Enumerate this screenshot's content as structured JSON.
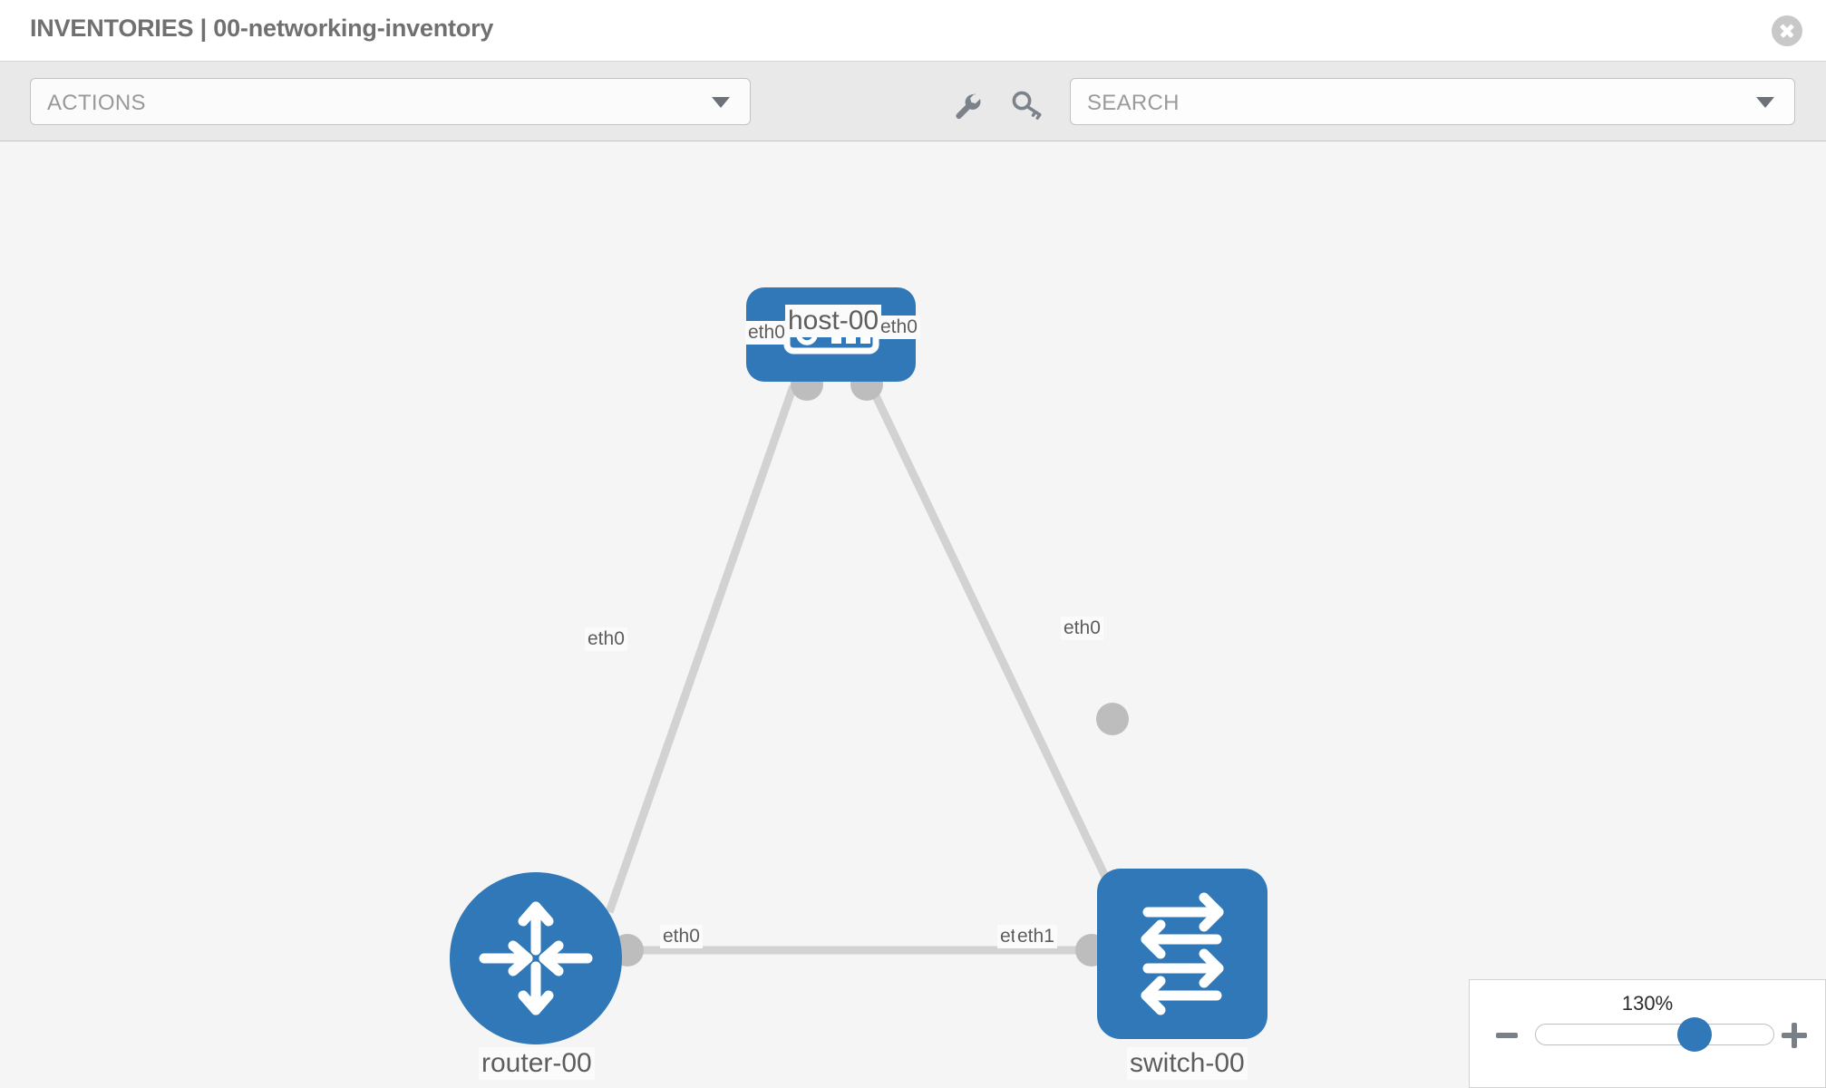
{
  "header": {
    "title": "INVENTORIES | 00-networking-inventory",
    "close_label": "close-icon"
  },
  "toolbar": {
    "actions_value": "ACTIONS",
    "search_placeholder": "SEARCH",
    "wrench_icon": "wrench-icon",
    "key_icon": "key-icon",
    "caret_icon": "chevron-down-icon"
  },
  "topology": {
    "nodes": [
      {
        "id": "host-00",
        "label": "host-00",
        "type": "host",
        "icon": "server-icon"
      },
      {
        "id": "router-00",
        "label": "router-00",
        "type": "router",
        "icon": "router-icon"
      },
      {
        "id": "switch-00",
        "label": "switch-00",
        "type": "switch",
        "icon": "switch-icon"
      }
    ],
    "interface_labels": {
      "host_left": "eth0",
      "host_right": "eth0",
      "router_up": "eth0",
      "switch_up": "eth0",
      "router_right": "eth0",
      "switch_left_under": "eth0",
      "switch_left_over": "eth1"
    },
    "colors": {
      "node_blue": "#3178b8",
      "link_gray": "#d2d2d2",
      "port_gray": "#bdbdbd",
      "label_gray": "#5d5d5d"
    }
  },
  "zoom_control": {
    "percent": "130%",
    "minus_label": "minus-icon",
    "plus_label": "plus-icon"
  }
}
